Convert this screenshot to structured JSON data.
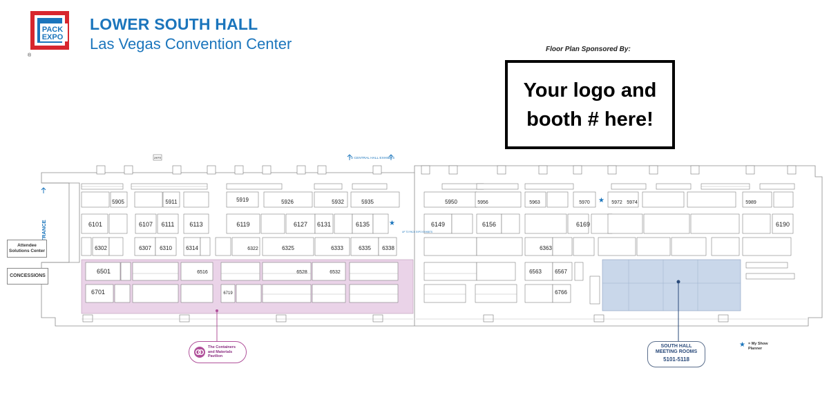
{
  "header": {
    "logo_line1": "PACK",
    "logo_line2": "EXPO",
    "logo_mark": "®",
    "title": "LOWER SOUTH HALL",
    "subtitle": "Las Vegas Convention Center"
  },
  "sponsor": {
    "label": "Floor Plan Sponsored By:",
    "placeholder_line1": "Your logo and",
    "placeholder_line2": "booth # here!"
  },
  "map": {
    "labels": {
      "entrance": "ENTRANCE",
      "central_hall": "TO CENTRAL HALL EXHIBITS",
      "attendee_center_line1": "Attendee",
      "attendee_center_line2": "Solutions Center",
      "concessions": "CONCESSIONS",
      "up_to_pack": "UP TO PACK EXPO EXHIBITS",
      "room_top": "2870"
    },
    "colors": {
      "blue": "#1b75bc",
      "pavilion_fill": "#ead3e8",
      "meeting_fill": "#c9d7ea",
      "pavilion_border": "#b0509a"
    },
    "booths": [
      {
        "id": "6101"
      },
      {
        "id": "6107"
      },
      {
        "id": "6111"
      },
      {
        "id": "6113"
      },
      {
        "id": "6119"
      },
      {
        "id": "6127"
      },
      {
        "id": "6131"
      },
      {
        "id": "6135"
      },
      {
        "id": "6149"
      },
      {
        "id": "6156"
      },
      {
        "id": "6169"
      },
      {
        "id": "6190"
      },
      {
        "id": "6302"
      },
      {
        "id": "6307"
      },
      {
        "id": "6310"
      },
      {
        "id": "6314"
      },
      {
        "id": "6322"
      },
      {
        "id": "6325"
      },
      {
        "id": "6333"
      },
      {
        "id": "6335"
      },
      {
        "id": "6338"
      },
      {
        "id": "6363"
      },
      {
        "id": "5905"
      },
      {
        "id": "5911"
      },
      {
        "id": "5919"
      },
      {
        "id": "5926"
      },
      {
        "id": "5932"
      },
      {
        "id": "5935"
      },
      {
        "id": "5950"
      },
      {
        "id": "5956"
      },
      {
        "id": "5963"
      },
      {
        "id": "5970"
      },
      {
        "id": "5972"
      },
      {
        "id": "5974"
      },
      {
        "id": "5989"
      },
      {
        "id": "6501"
      },
      {
        "id": "6516"
      },
      {
        "id": "6528"
      },
      {
        "id": "6532"
      },
      {
        "id": "6563"
      },
      {
        "id": "6567"
      },
      {
        "id": "6701"
      },
      {
        "id": "6719"
      },
      {
        "id": "6766"
      }
    ]
  },
  "callouts": {
    "pavilion_line1": "The Containers",
    "pavilion_line2": "and Materials",
    "pavilion_line3": "Pavilion",
    "meeting_rooms_line1": "SOUTH HALL",
    "meeting_rooms_line2": "MEETING ROOMS",
    "meeting_rooms_range": "5101-5118"
  },
  "legend": {
    "icon": "star-icon",
    "label_line1": "= My Show",
    "label_line2": "Planner"
  }
}
